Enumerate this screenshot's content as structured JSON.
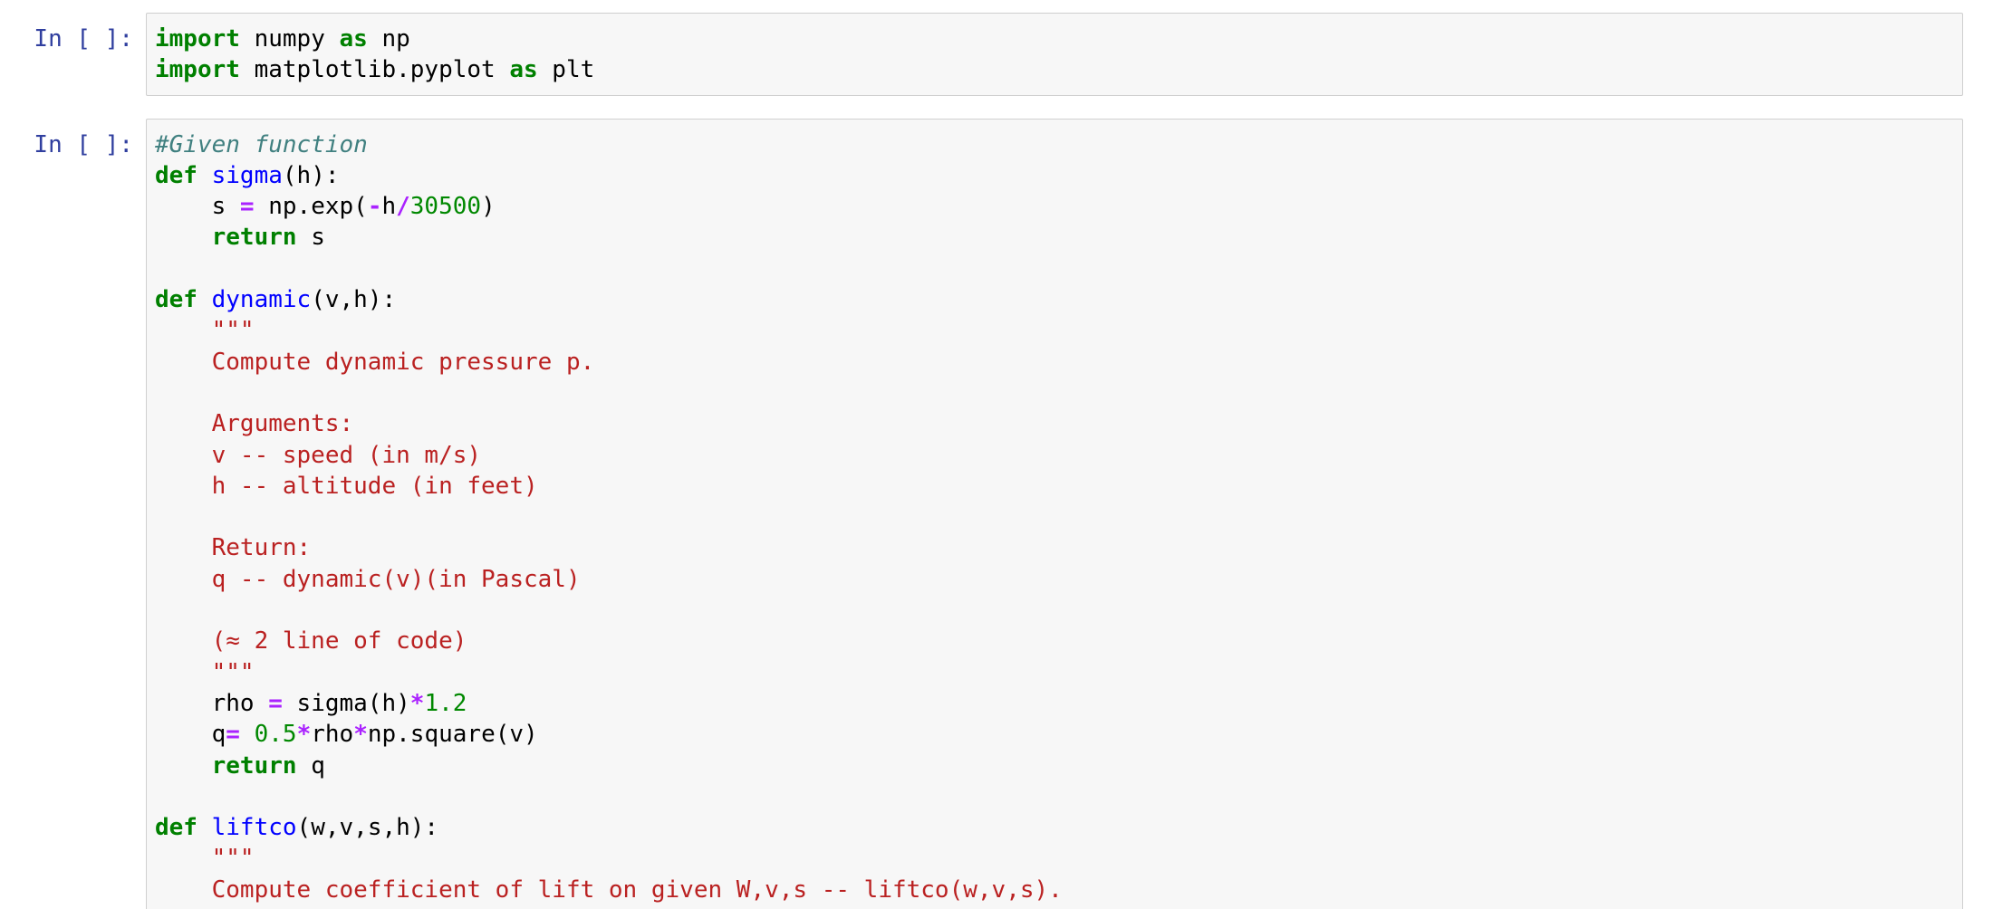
{
  "colors": {
    "prompt": "#303F9F",
    "cell_background": "#F7F7F7",
    "cell_border": "#CFCFCF",
    "keyword": "#008000",
    "function_name": "#0000FF",
    "comment": "#408080",
    "string": "#BA2121",
    "operator": "#AA22FF",
    "number": "#008800",
    "plain_text": "#000000",
    "page_background": "#FFFFFF"
  },
  "cells": [
    {
      "prompt": "In [ ]:",
      "lines": [
        [
          {
            "t": "import",
            "c": "kw"
          },
          {
            "t": " numpy ",
            "c": "txt"
          },
          {
            "t": "as",
            "c": "kw"
          },
          {
            "t": " np",
            "c": "txt"
          }
        ],
        [
          {
            "t": "import",
            "c": "kw"
          },
          {
            "t": " matplotlib.pyplot ",
            "c": "txt"
          },
          {
            "t": "as",
            "c": "kw"
          },
          {
            "t": " plt",
            "c": "txt"
          }
        ]
      ]
    },
    {
      "prompt": "In [ ]:",
      "lines": [
        [
          {
            "t": "#Given function",
            "c": "co"
          }
        ],
        [
          {
            "t": "def",
            "c": "kw"
          },
          {
            "t": " ",
            "c": "txt"
          },
          {
            "t": "sigma",
            "c": "fn"
          },
          {
            "t": "(h):",
            "c": "txt"
          }
        ],
        [
          {
            "t": "    s ",
            "c": "txt"
          },
          {
            "t": "=",
            "c": "op"
          },
          {
            "t": " np.exp(",
            "c": "txt"
          },
          {
            "t": "-",
            "c": "op"
          },
          {
            "t": "h",
            "c": "txt"
          },
          {
            "t": "/",
            "c": "op"
          },
          {
            "t": "30500",
            "c": "num"
          },
          {
            "t": ")",
            "c": "txt"
          }
        ],
        [
          {
            "t": "    ",
            "c": "txt"
          },
          {
            "t": "return",
            "c": "kw"
          },
          {
            "t": " s",
            "c": "txt"
          }
        ],
        [],
        [
          {
            "t": "def",
            "c": "kw"
          },
          {
            "t": " ",
            "c": "txt"
          },
          {
            "t": "dynamic",
            "c": "fn"
          },
          {
            "t": "(v,h):",
            "c": "txt"
          }
        ],
        [
          {
            "t": "    \"\"\"",
            "c": "str"
          }
        ],
        [
          {
            "t": "    Compute dynamic pressure p.",
            "c": "str"
          }
        ],
        [],
        [
          {
            "t": "    Arguments:",
            "c": "str"
          }
        ],
        [
          {
            "t": "    v -- speed (in m/s)",
            "c": "str"
          }
        ],
        [
          {
            "t": "    h -- altitude (in feet)",
            "c": "str"
          }
        ],
        [],
        [
          {
            "t": "    Return:",
            "c": "str"
          }
        ],
        [
          {
            "t": "    q -- dynamic(v)(in Pascal)",
            "c": "str"
          }
        ],
        [],
        [
          {
            "t": "    (≈ 2 line of code)",
            "c": "str"
          }
        ],
        [
          {
            "t": "    \"\"\"",
            "c": "str"
          }
        ],
        [
          {
            "t": "    rho ",
            "c": "txt"
          },
          {
            "t": "=",
            "c": "op"
          },
          {
            "t": " sigma(h)",
            "c": "txt"
          },
          {
            "t": "*",
            "c": "op"
          },
          {
            "t": "1.2",
            "c": "num"
          }
        ],
        [
          {
            "t": "    q",
            "c": "txt"
          },
          {
            "t": "=",
            "c": "op"
          },
          {
            "t": " ",
            "c": "txt"
          },
          {
            "t": "0.5",
            "c": "num"
          },
          {
            "t": "*",
            "c": "op"
          },
          {
            "t": "rho",
            "c": "txt"
          },
          {
            "t": "*",
            "c": "op"
          },
          {
            "t": "np.square(v)",
            "c": "txt"
          }
        ],
        [
          {
            "t": "    ",
            "c": "txt"
          },
          {
            "t": "return",
            "c": "kw"
          },
          {
            "t": " q",
            "c": "txt"
          }
        ],
        [],
        [
          {
            "t": "def",
            "c": "kw"
          },
          {
            "t": " ",
            "c": "txt"
          },
          {
            "t": "liftco",
            "c": "fn"
          },
          {
            "t": "(w,v,s,h):",
            "c": "txt"
          }
        ],
        [
          {
            "t": "    \"\"\"",
            "c": "str"
          }
        ],
        [
          {
            "t": "    Compute coefficient of lift on given W,v,s -- liftco(w,v,s).",
            "c": "str"
          }
        ]
      ]
    }
  ]
}
